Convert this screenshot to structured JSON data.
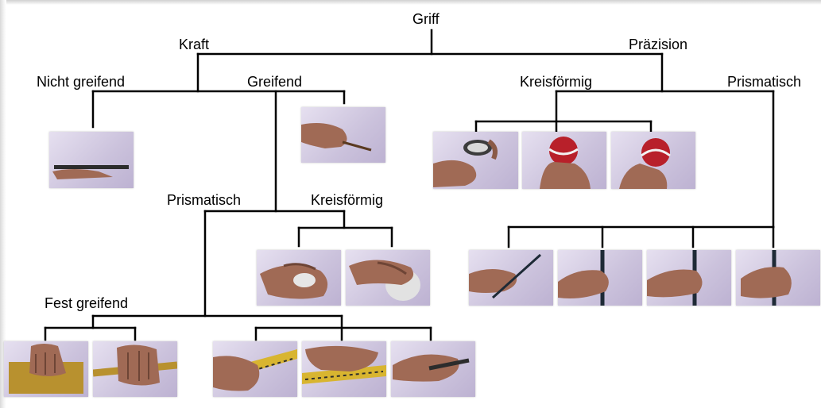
{
  "diagram": {
    "labels": {
      "root": "Griff",
      "power": "Kraft",
      "precision": "Präzision",
      "non_prehensile": "Nicht greifend",
      "prehensile": "Greifend",
      "power_prismatic": "Prismatisch",
      "power_circular": "Kreisförmig",
      "heavy_wrap": "Fest greifend",
      "precision_circular": "Kreisförmig",
      "precision_prismatic": "Prismatisch"
    },
    "colors": {
      "line": "#000000",
      "photo_background": "#cbc2dc",
      "skin": "#a06a55",
      "skin_shadow": "#6e4536"
    },
    "photos": [
      {
        "id": "platform-grasp",
        "object": "flat-plate"
      },
      {
        "id": "lateral-pinch",
        "object": "small-stick"
      },
      {
        "id": "disk-grasp-precision",
        "object": "disk"
      },
      {
        "id": "sphere-grasp-precision-1",
        "object": "red-ball"
      },
      {
        "id": "sphere-grasp-precision-2",
        "object": "red-ball"
      },
      {
        "id": "power-disk",
        "object": "disk"
      },
      {
        "id": "power-sphere",
        "object": "ball"
      },
      {
        "id": "heavy-wrap-large-1",
        "object": "block"
      },
      {
        "id": "heavy-wrap-large-2",
        "object": "bar"
      },
      {
        "id": "medium-wrap-1",
        "object": "folding-rule"
      },
      {
        "id": "medium-wrap-2",
        "object": "folding-rule"
      },
      {
        "id": "medium-wrap-3",
        "object": "small-tool"
      },
      {
        "id": "precision-prismatic-1",
        "object": "pencil"
      },
      {
        "id": "precision-prismatic-2",
        "object": "rod"
      },
      {
        "id": "precision-prismatic-3",
        "object": "rod"
      },
      {
        "id": "precision-prismatic-4",
        "object": "rod"
      }
    ]
  }
}
